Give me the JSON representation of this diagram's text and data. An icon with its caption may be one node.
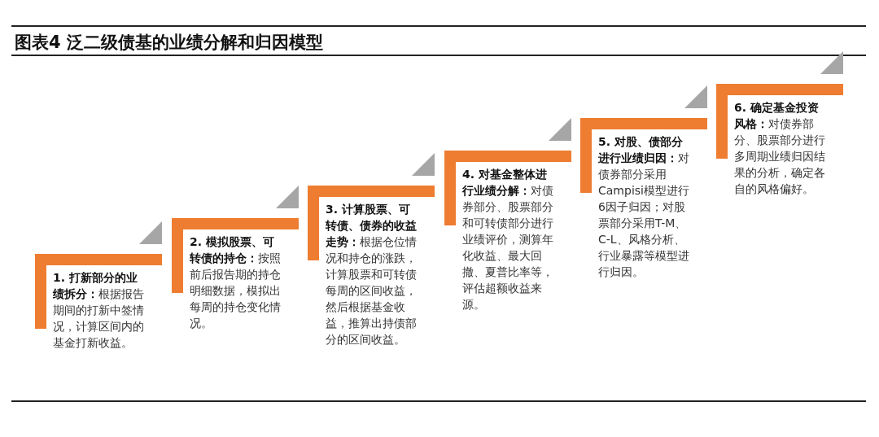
{
  "diagram": {
    "title": "图表4 泛二级债基的业绩分解和归因模型",
    "nodes": [
      {
        "text": [
          "**1. 打新部分的业绩拆分：**根据报告期间的打新中签情况，计算区间内的基金打新收益。"
        ]
      },
      {
        "text": [
          "**2. 模拟股票、可转债的持仓：**按照前后报告期的持仓明细数据，模拟出每周的持仓变化情况。"
        ]
      },
      {
        "text": [
          "**3. 计算股票、可转债、债券的收益走势：**根据仓位情况和持仓的涨跌，计算股票和可转债每周的区间收益，然后根据基金收益，推算出持债部分的区间收益。"
        ]
      },
      {
        "text": [
          "**4. 对基金整体进行业绩分解：**对债券部分、股票部分和可转债部分进行业绩评价，测算年化收益、最大回撤、夏普比率等，评估超额收益来源。"
        ]
      },
      {
        "text": [
          "**5. 对股、债部分进行业绩归因：**对债券部分采用Campisi模型进行6因子归因；对股票部分采用T-M、C-L、风格分析、行业暴露等模型进行归因。"
        ]
      },
      {
        "text": [
          "**6. 确定基金投资风格：**对债券部分、股票部分进行多周期业绩归因结果的分析，确定各自的风格偏好。"
        ]
      }
    ],
    "edges": []
  }
}
